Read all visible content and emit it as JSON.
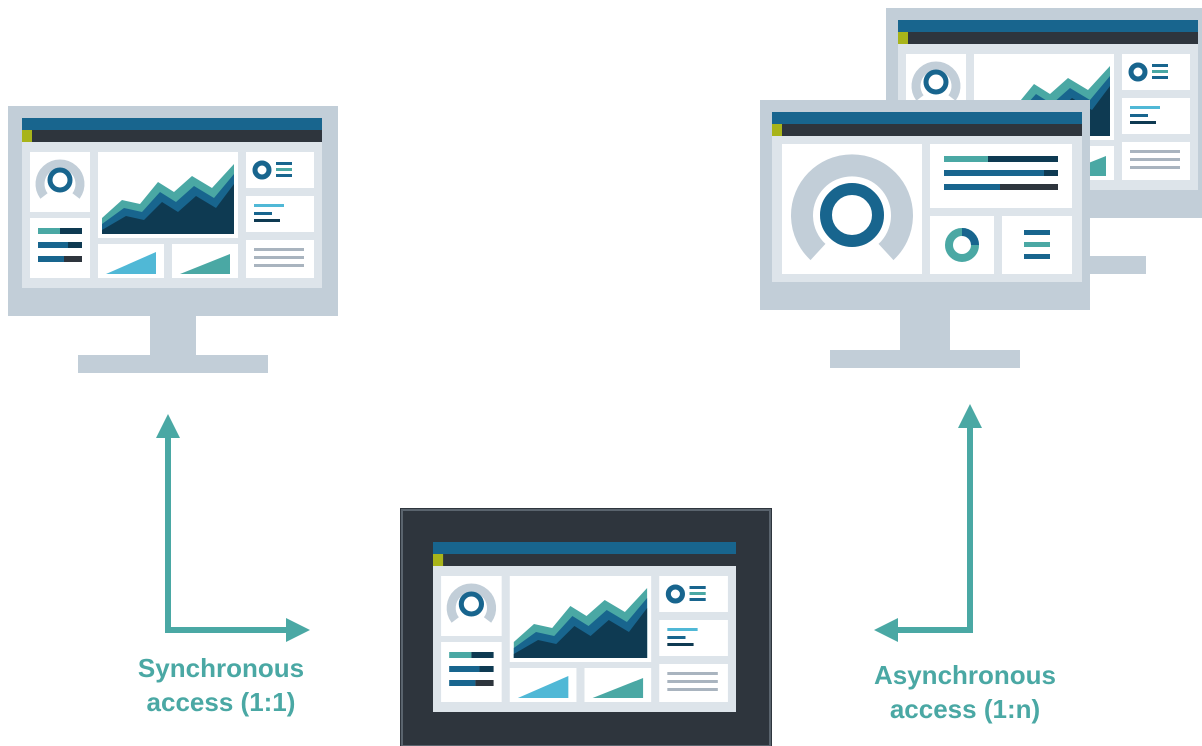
{
  "captions": {
    "sync_line1": "Synchronous",
    "sync_line2": "access (1:1)",
    "async_line1": "Asynchronous",
    "async_line2": "access (1:n)"
  },
  "colors": {
    "teal": "#4aa8a4",
    "navy": "#0e3a52",
    "blue": "#18658e",
    "sky": "#50b8d6",
    "dark": "#2e353d",
    "monitor": "#c2ced8",
    "screen": "#dde4ea",
    "accent": "#a8b41a"
  }
}
